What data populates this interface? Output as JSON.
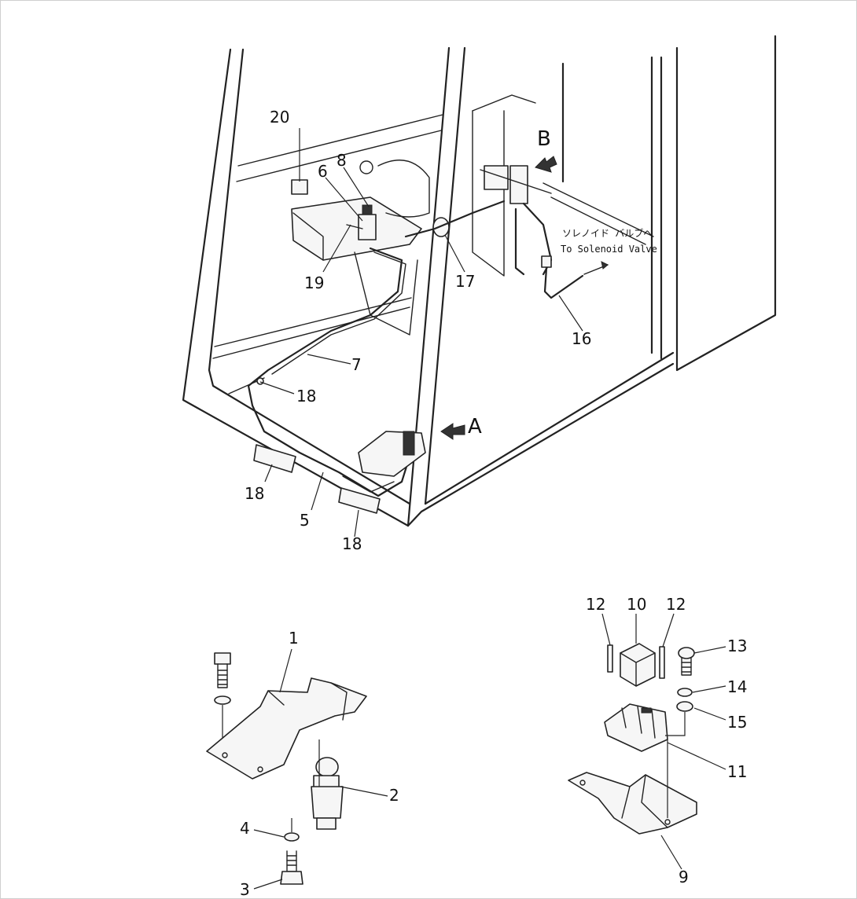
{
  "callouts": {
    "c1": "1",
    "c2": "2",
    "c3": "3",
    "c4": "4",
    "c5": "5",
    "c6": "6",
    "c7": "7",
    "c8": "8",
    "c9": "9",
    "c10": "10",
    "c11": "11",
    "c12a": "12",
    "c12b": "12",
    "c13": "13",
    "c14": "14",
    "c15": "15",
    "c16": "16",
    "c17": "17",
    "c18a": "18",
    "c18b": "18",
    "c18c": "18",
    "c19": "19",
    "c20": "20"
  },
  "view_labels": {
    "a": "A",
    "b": "B"
  },
  "notes": {
    "solenoid_jp": "ソレノイド バルブへ",
    "solenoid_en": "To Solenoid Valve"
  },
  "colors": {
    "ink": "#222222",
    "paper": "#ffffff"
  }
}
